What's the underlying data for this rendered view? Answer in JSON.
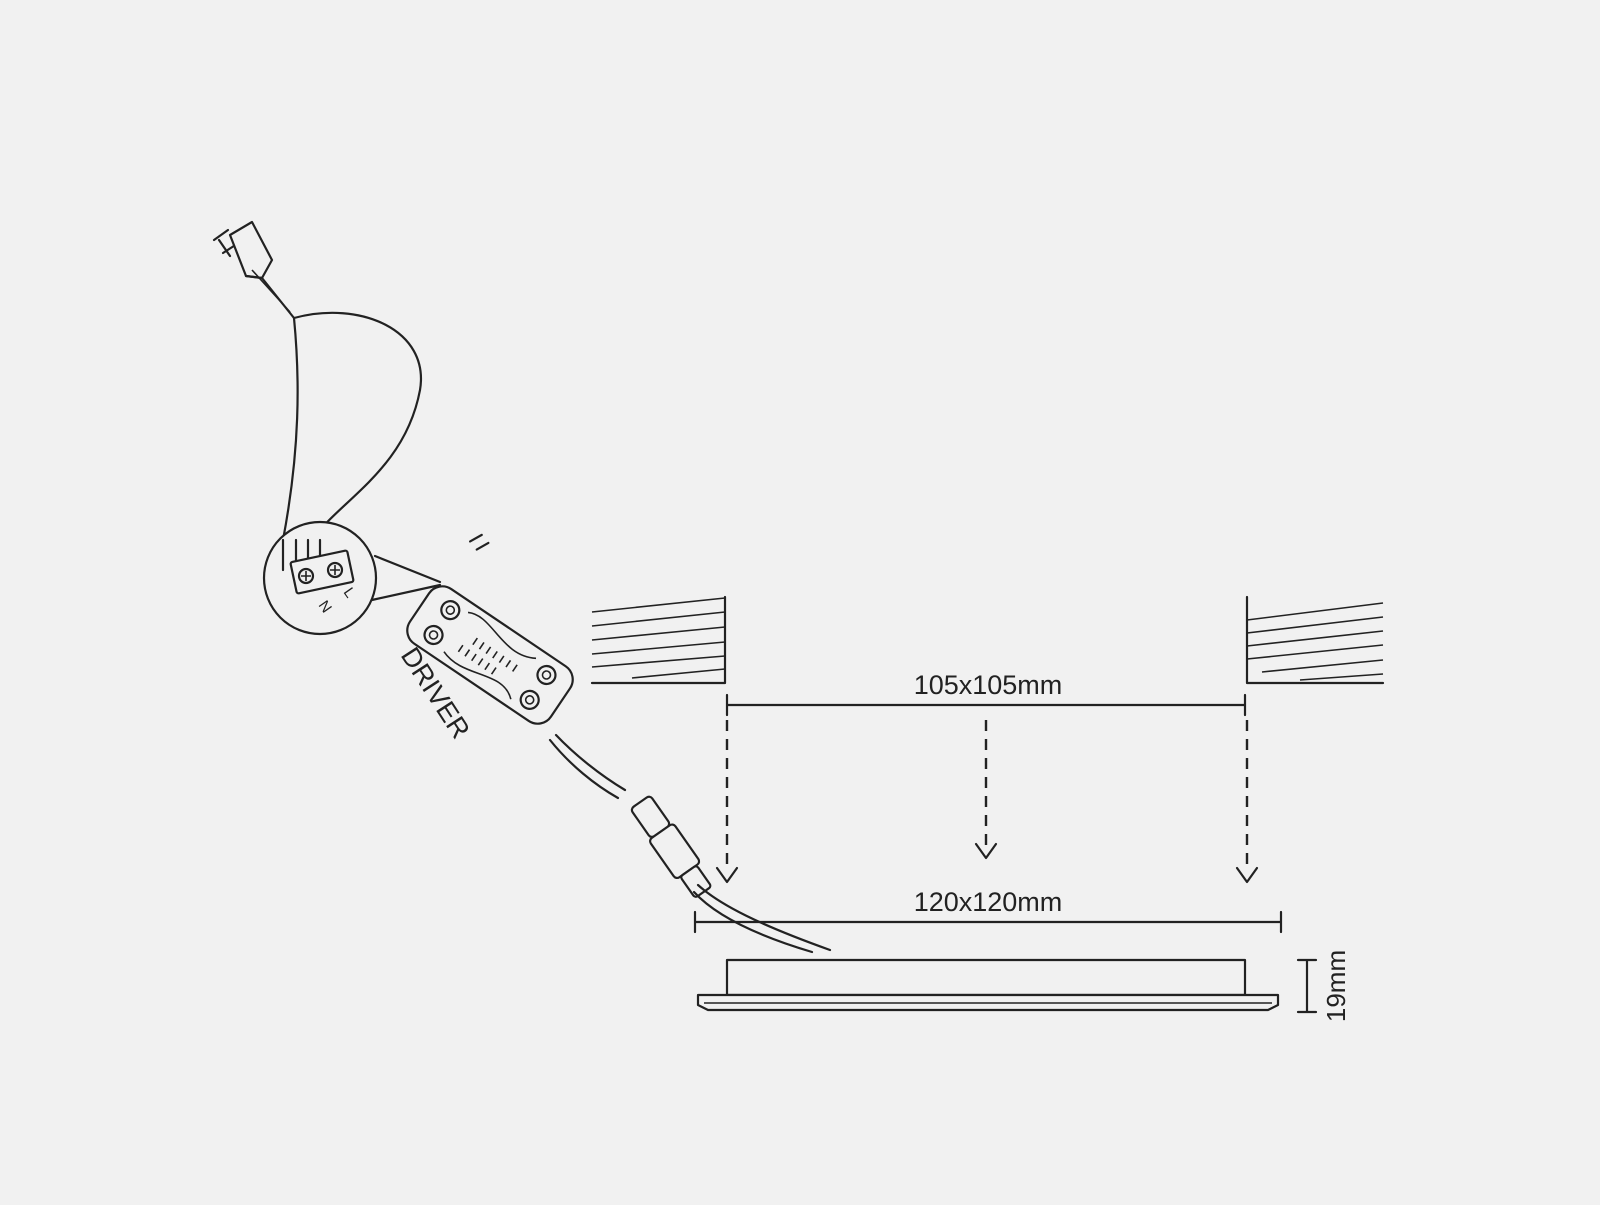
{
  "labels": {
    "cutout": "105x105mm",
    "panel": "120x120mm",
    "height": "19mm",
    "driver": "DRIVER",
    "neutral": "N",
    "live": "L"
  },
  "colors": {
    "line": "#222222",
    "background": "#f1f1f1"
  },
  "icons": [
    "plug-icon",
    "terminal-block-icon",
    "driver-box-icon",
    "connector-icon",
    "arrow-down-icon"
  ]
}
